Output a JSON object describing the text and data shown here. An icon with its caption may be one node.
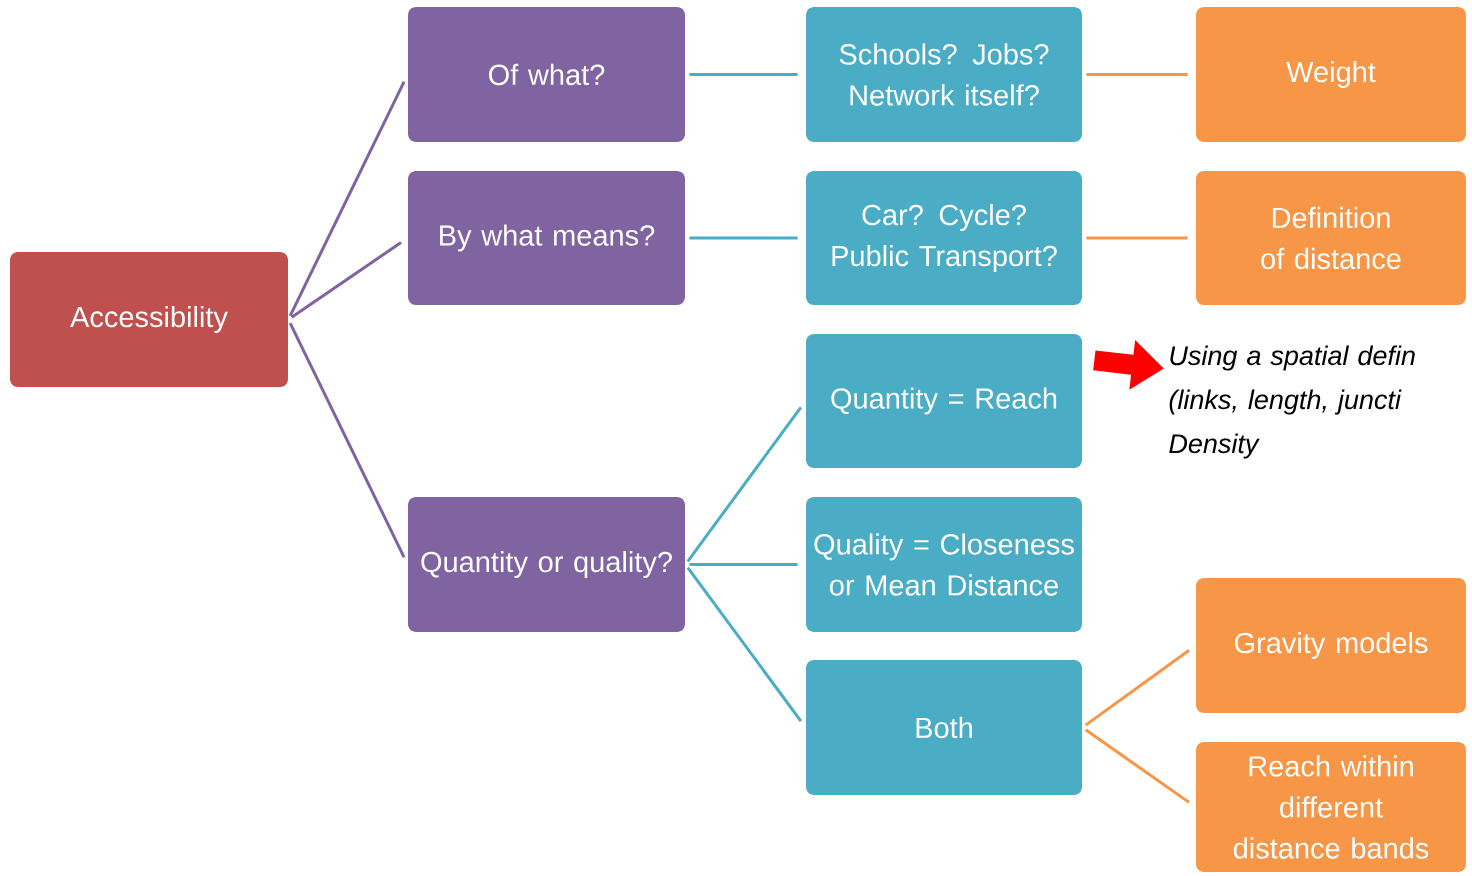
{
  "diagram": {
    "nodes": [
      {
        "text": [
          "Accessibility"
        ]
      },
      {
        "text": [
          "Of what?"
        ]
      },
      {
        "text": [
          "By what means?"
        ]
      },
      {
        "text": [
          "Quantity or quality?"
        ]
      },
      {
        "text": [
          "Schools? Jobs? Network itself?"
        ]
      },
      {
        "text": [
          "Car? Cycle? Public Transport?"
        ]
      },
      {
        "text": [
          "Quantity = Reach"
        ]
      },
      {
        "text": [
          "Quality = Closeness or Mean Distance"
        ]
      },
      {
        "text": [
          "Both"
        ]
      },
      {
        "text": [
          "Weight"
        ]
      },
      {
        "text": [
          "Definition of distance"
        ]
      },
      {
        "text": [
          "Using a spatial defin (links, length, juncti Density"
        ]
      },
      {
        "text": [
          "Gravity models"
        ]
      },
      {
        "text": [
          "Reach within different distance bands"
        ]
      }
    ],
    "edges": [
      {
        "from": 0,
        "to": 1,
        "arrow": "none",
        "color": "#8064a2"
      },
      {
        "from": 0,
        "to": 2,
        "arrow": "none",
        "color": "#8064a2"
      },
      {
        "from": 0,
        "to": 3,
        "arrow": "none",
        "color": "#8064a2"
      },
      {
        "from": 1,
        "to": 4,
        "arrow": "none"
      },
      {
        "from": 2,
        "to": 5,
        "arrow": "none"
      },
      {
        "from": 3,
        "to": 6,
        "arrow": "none"
      },
      {
        "from": 3,
        "to": 7,
        "arrow": "none"
      },
      {
        "from": 3,
        "to": 8,
        "arrow": "none"
      },
      {
        "from": 4,
        "to": 9,
        "arrow": "none",
        "color": "#f79646"
      },
      {
        "from": 5,
        "to": 10,
        "arrow": "none",
        "color": "#f79646"
      },
      {
        "from": 6,
        "to": 11,
        "arrow": "to",
        "style": "thick",
        "color": "#ff0000"
      },
      {
        "from": 8,
        "to": 12,
        "arrow": "none",
        "color": "#f79646"
      },
      {
        "from": 8,
        "to": 13,
        "arrow": "none",
        "color": "#f79646"
      }
    ]
  }
}
